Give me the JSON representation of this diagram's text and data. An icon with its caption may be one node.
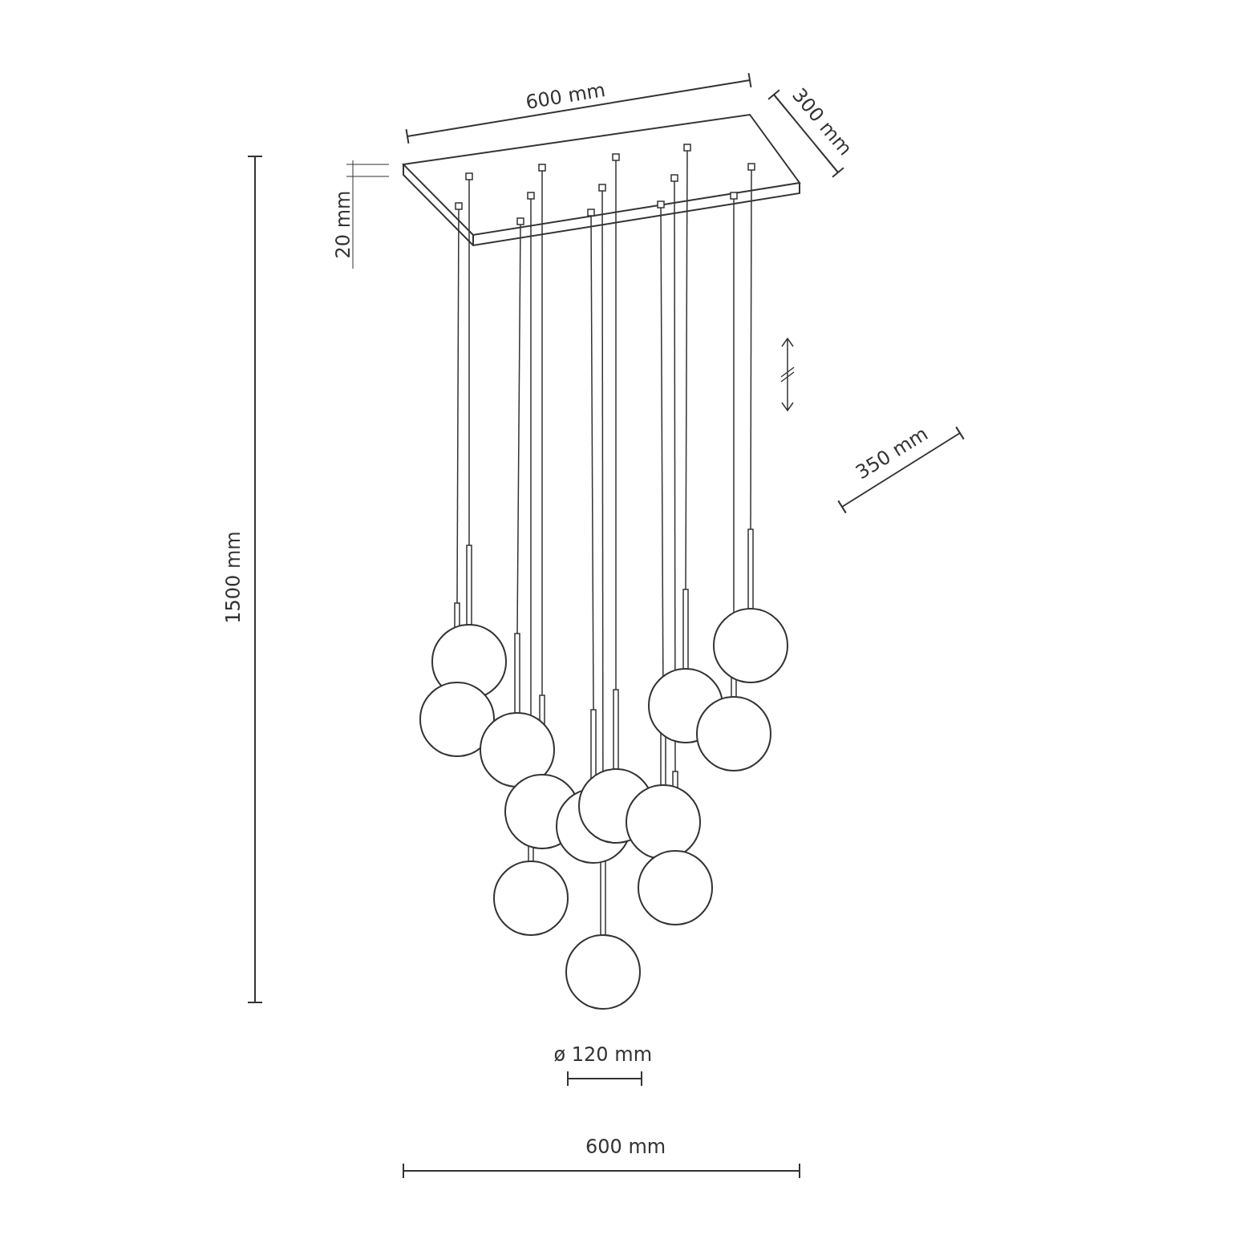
{
  "diagram": {
    "labels": [
      "600 mm",
      "300 mm",
      "20 mm",
      "1500 mm",
      "350 mm",
      "ø 120 mm",
      "600 mm"
    ]
  }
}
